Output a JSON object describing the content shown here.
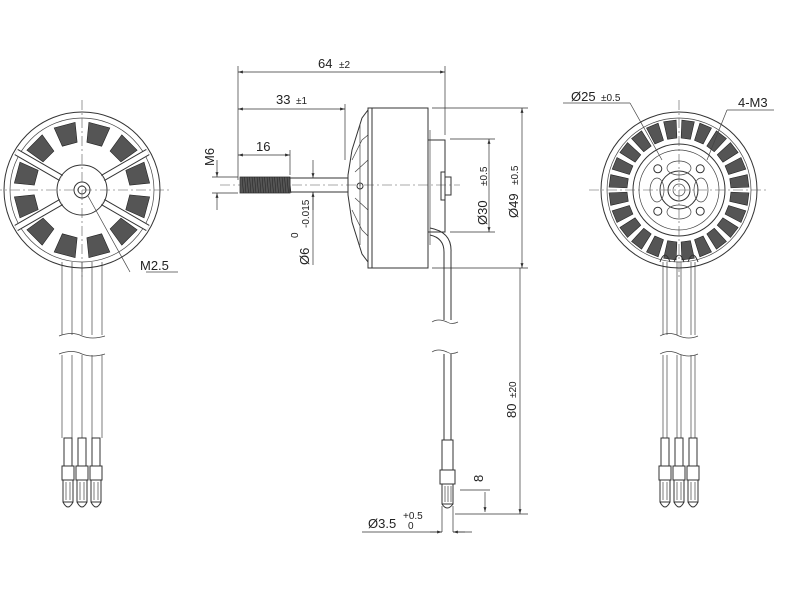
{
  "title": "Brushless motor dimension drawing",
  "dimensions": {
    "overall_length": "64",
    "overall_length_tol": "±2",
    "shaft_length": "33",
    "shaft_length_tol": "±1",
    "thread_length": "16",
    "thread": "M6",
    "shaft_dia": "Ø6",
    "shaft_dia_tol_upper": "0",
    "shaft_dia_tol_lower": "-0.015",
    "back_dia": "Ø30",
    "back_dia_tol": "±0.5",
    "bell_dia": "Ø49",
    "bell_dia_tol": "±0.5",
    "cable_length": "80",
    "cable_length_tol": "±20",
    "connector_length": "8",
    "connector_dia": "Ø3.5",
    "connector_dia_tol_upper": "+0.5",
    "connector_dia_tol_lower": "0",
    "mount_circle": "Ø25",
    "mount_circle_tol": "±0.5",
    "mount_holes": "4-M3",
    "front_screw": "M2.5"
  },
  "colors": {
    "line": "#333333",
    "fill": "#555555"
  }
}
